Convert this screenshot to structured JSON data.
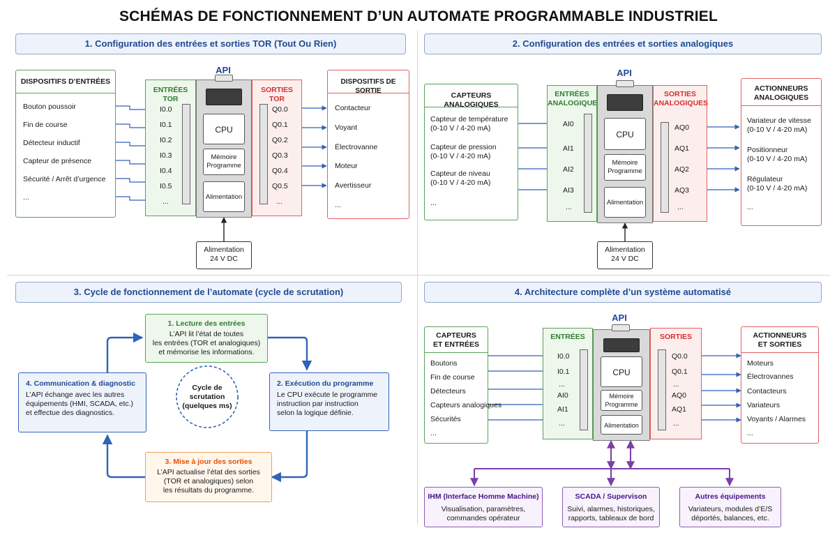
{
  "title": "SCHÉMAS DE FONCTIONNEMENT D’UN AUTOMATE PROGRAMMABLE INDUSTRIEL",
  "s1": {
    "header": "1. Configuration des entrées et sorties TOR (Tout Ou Rien)",
    "api": "API",
    "devin_title": "DISPOSITIFS D’ENTRÉES",
    "devin": [
      "Bouton poussoir",
      "Fin de course",
      "Détecteur inductif",
      "Capteur de présence",
      "Sécurité / Arrêt d’urgence",
      "..."
    ],
    "in_title": "ENTRÉES TOR",
    "inputs": [
      "I0.0",
      "I0.1",
      "I0.2",
      "I0.3",
      "I0.4",
      "I0.5",
      "..."
    ],
    "out_title": "SORTIES TOR",
    "outputs": [
      "Q0.0",
      "Q0.1",
      "Q0.2",
      "Q0.3",
      "Q0.4",
      "Q0.5",
      "..."
    ],
    "devout_title": "DISPOSITIFS DE SORTIE",
    "devout": [
      "Contacteur",
      "Voyant",
      "Électrovanne",
      "Moteur",
      "Avertisseur",
      "..."
    ],
    "cpu": "CPU",
    "mem1": "Mémoire",
    "mem2": "Programme",
    "alim": "Alimentation",
    "psu1": "Alimentation",
    "psu2": "24 V DC"
  },
  "s2": {
    "header": "2. Configuration des entrées et sorties analogiques",
    "api": "API",
    "sens_title": "CAPTEURS ANALOGIQUES",
    "sensors": [
      {
        "l1": "Capteur de température",
        "l2": "(0-10 V / 4-20 mA)"
      },
      {
        "l1": "Capteur de pression",
        "l2": "(0-10 V / 4-20 mA)"
      },
      {
        "l1": "Capteur de niveau",
        "l2": "(0-10 V / 4-20 mA)"
      }
    ],
    "sens_more": "...",
    "in_title1": "ENTRÉES",
    "in_title2": "ANALOGIQUES",
    "inputs": [
      "AI0",
      "AI1",
      "AI2",
      "AI3",
      "..."
    ],
    "out_title1": "SORTIES",
    "out_title2": "ANALOGIQUES",
    "outputs": [
      "AQ0",
      "AQ1",
      "AQ2",
      "AQ3",
      "..."
    ],
    "act_title1": "ACTIONNEURS",
    "act_title2": "ANALOGIQUES",
    "actuators": [
      {
        "l1": "Variateur de vitesse",
        "l2": "(0-10 V / 4-20 mA)"
      },
      {
        "l1": "Positionneur",
        "l2": "(0-10 V / 4-20 mA)"
      },
      {
        "l1": "Régulateur",
        "l2": "(0-10 V / 4-20 mA)"
      }
    ],
    "act_more": "...",
    "cpu": "CPU",
    "mem1": "Mémoire",
    "mem2": "Programme",
    "alim": "Alimentation",
    "psu1": "Alimentation",
    "psu2": "24 V DC"
  },
  "s3": {
    "header": "3. Cycle de fonctionnement de l’automate (cycle de scrutation)",
    "center1": "Cycle de",
    "center2": "scrutation",
    "center3": "(quelques ms)",
    "step1": {
      "title": "1. Lecture des entrées",
      "lines": [
        "L’API lit l’état de toutes",
        "les entrées (TOR et analogiques)",
        "et mémorise les informations."
      ]
    },
    "step2": {
      "title": "2. Exécution du programme",
      "lines": [
        "Le CPU exécute le programme",
        "instruction par instruction",
        "selon la logique définie."
      ]
    },
    "step3": {
      "title": "3. Mise à jour des sorties",
      "lines": [
        "L’API actualise l’état des sorties",
        "(TOR et analogiques) selon",
        "les résultats du programme."
      ]
    },
    "step4": {
      "title": "4. Communication & diagnostic",
      "lines": [
        "L’API échange avec les autres",
        "équipements (HMI, SCADA, etc.)",
        "et effectue des diagnostics."
      ]
    }
  },
  "s4": {
    "header": "4. Architecture complète d’un système automatisé",
    "api": "API",
    "cap_title1": "CAPTEURS",
    "cap_title2": "ET ENTRÉES",
    "capteurs": [
      "Boutons",
      "Fin de course",
      "Détecteurs",
      "Capteurs analogiques",
      "Sécurités",
      "..."
    ],
    "in_title": "ENTRÉES",
    "inputs": [
      "I0.0",
      "I0.1",
      "...",
      "AI0",
      "AI1",
      "..."
    ],
    "out_title": "SORTIES",
    "outputs": [
      "Q0.0",
      "Q0.1",
      "...",
      "AQ0",
      "AQ1",
      "..."
    ],
    "act_title1": "ACTIONNEURS",
    "act_title2": "ET SORTIES",
    "actionneurs": [
      "Moteurs",
      "Électrovannes",
      "Contacteurs",
      "Variateurs",
      "Voyants / Alarmes",
      "..."
    ],
    "cpu": "CPU",
    "mem1": "Mémoire",
    "mem2": "Programme",
    "alim": "Alimentation",
    "ihm": {
      "title": "IHM (Interface Homme Machine)",
      "l1": "Visualisation, paramètres,",
      "l2": "commandes opérateur"
    },
    "scada": {
      "title": "SCADA / Supervison",
      "l1": "Suivi, alarmes, historiques,",
      "l2": "rapports, tableaux de bord"
    },
    "autres": {
      "title": "Autres équipements",
      "l1": "Variateurs, modules d’E/S",
      "l2": "déportés, balances, etc."
    }
  },
  "colors": {
    "blue": "#2f62b8",
    "green": "#2e7d32",
    "red": "#d32f2f",
    "orange": "#e65100",
    "purple": "#7b3fa8"
  }
}
